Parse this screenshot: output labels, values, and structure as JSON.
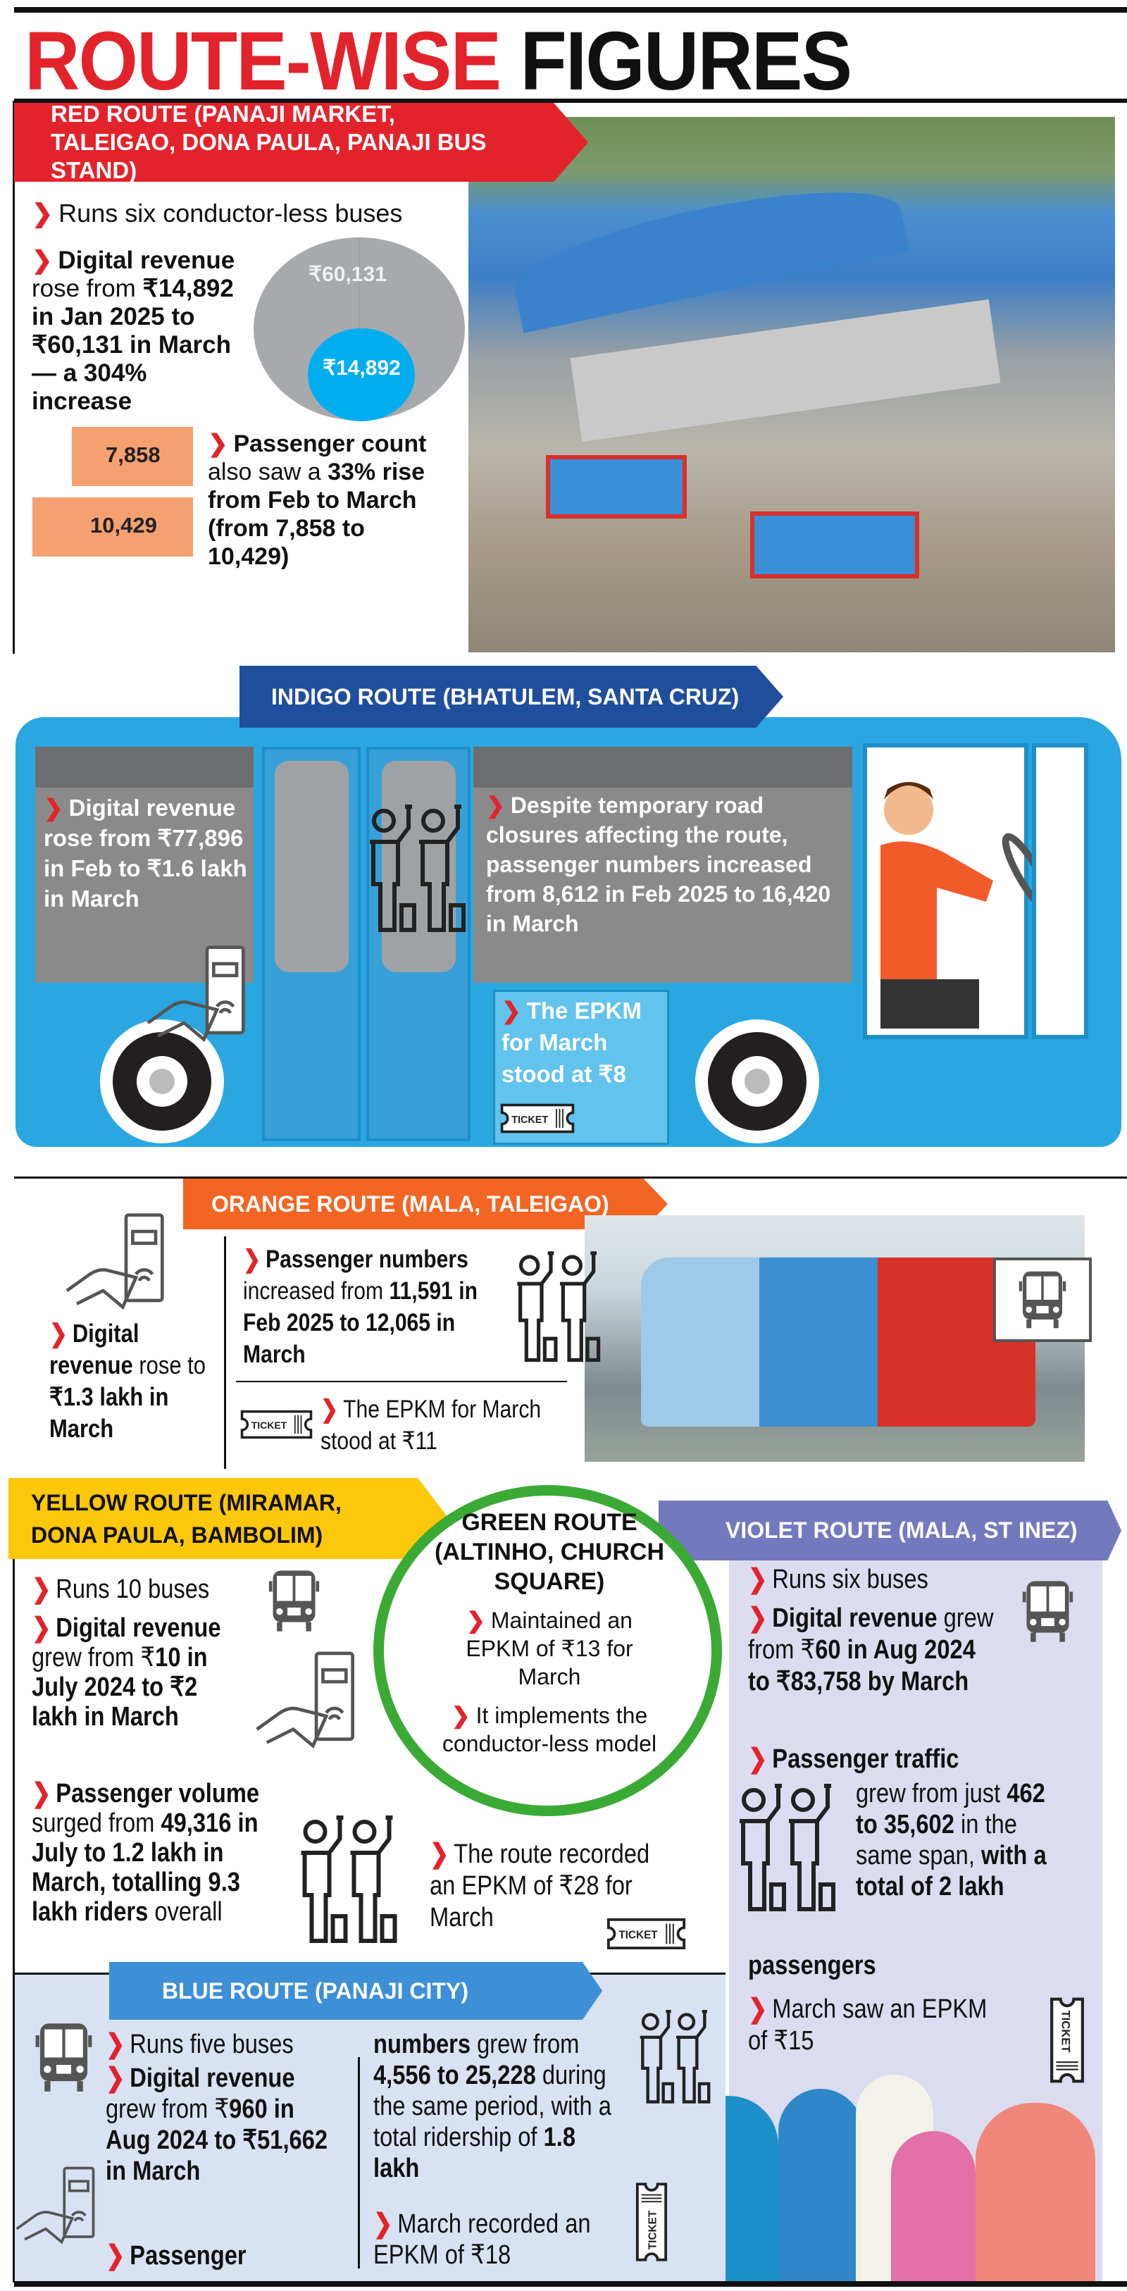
{
  "title": {
    "part1": "ROUTE-WISE",
    "part2": "FIGURES",
    "part1_color": "#e3232b",
    "part2_color": "#111111"
  },
  "red_route": {
    "banner": "RED ROUTE (PANAJI MARKET, TALEIGAO, DONA PAULA, PANAJI BUS STAND)",
    "color": "#e3232b",
    "bullets": [
      [
        {
          "t": "Runs six conductor-less buses",
          "b": false
        }
      ],
      [
        {
          "t": "Digital revenue",
          "b": true
        },
        {
          "t": " rose from ",
          "b": false
        },
        {
          "t": "₹14,892 in Jan 2025 to ₹60,131 in March — a 304% increase",
          "b": true
        }
      ],
      [
        {
          "t": "Passenger count",
          "b": true
        },
        {
          "t": " also saw a ",
          "b": false
        },
        {
          "t": "33% rise from Feb to March (from 7,858 to 10,429)",
          "b": true
        }
      ]
    ],
    "revenue_circles": {
      "jan": "₹14,892",
      "march": "₹60,131",
      "jan_value": 14892,
      "march_value": 60131,
      "jan_color": "#00aeef",
      "march_color": "#a7a9ac"
    },
    "passenger_bars": {
      "feb": "7,858",
      "march": "10,429",
      "feb_value": 7858,
      "march_value": 10429,
      "color": "#f5a070"
    }
  },
  "indigo_route": {
    "banner": "INDIGO ROUTE (BHATULEM, SANTA CRUZ)",
    "color": "#1f4e9c",
    "bus_color": "#2aa7e0",
    "left_panel": [
      {
        "t": "Digital revenue rose from ₹77,896 in Feb to ₹1.6 lakh in March",
        "b": true
      }
    ],
    "right_panel": [
      {
        "t": "Despite temporary road closures affecting the route, passenger numbers increased from 8,612 in Feb 2025 to 16,420 in March",
        "b": true
      }
    ],
    "epkm": [
      {
        "t": "The EPKM for March stood at ₹8",
        "b": true
      }
    ],
    "ticket_label": "TICKET"
  },
  "orange_route": {
    "banner": "ORANGE ROUTE (MALA, TALEIGAO)",
    "color": "#f26522",
    "revenue": [
      {
        "t": "Digital revenue",
        "b": true
      },
      {
        "t": " rose to ",
        "b": false
      },
      {
        "t": "₹1.3 lakh in March",
        "b": true
      }
    ],
    "passengers": [
      {
        "t": "Passenger numbers",
        "b": true
      },
      {
        "t": " increased from ",
        "b": false
      },
      {
        "t": "11,591 in Feb 2025 to 12,065 in March",
        "b": true
      }
    ],
    "epkm": [
      {
        "t": "The EPKM for March stood at ₹11",
        "b": false
      }
    ],
    "ticket_label": "TICKET"
  },
  "yellow_route": {
    "banner": "YELLOW ROUTE (MIRAMAR, DONA PAULA, BAMBOLIM)",
    "color": "#fdc70c",
    "bullets": [
      [
        {
          "t": "Runs 10 buses",
          "b": false
        }
      ],
      [
        {
          "t": "Digital revenue",
          "b": true
        },
        {
          "t": " grew from ₹",
          "b": false
        },
        {
          "t": "10 in July 2024 to ₹2 lakh in March",
          "b": true
        }
      ],
      [
        {
          "t": "Passenger volume",
          "b": true
        },
        {
          "t": " surged from ",
          "b": false
        },
        {
          "t": "49,316 in July to 1.2 lakh in March, totalling 9.3 lakh riders",
          "b": true
        },
        {
          "t": " overall",
          "b": false
        }
      ]
    ],
    "epkm": [
      {
        "t": "The route recorded an EPKM of ₹28 for March",
        "b": false
      }
    ],
    "ticket_label": "TICKET"
  },
  "green_route": {
    "banner": "GREEN ROUTE (ALTINHO, CHURCH SQUARE)",
    "color": "#3aaa35",
    "bullets": [
      [
        {
          "t": "Maintained an EPKM of ₹13 for March",
          "b": false
        }
      ],
      [
        {
          "t": "It implements the conductor-less model",
          "b": false
        }
      ]
    ]
  },
  "violet_route": {
    "banner": "VIOLET ROUTE (MALA, ST INEZ)",
    "color": "#7279bd",
    "panel_color": "#dcdcf0",
    "bullets": [
      [
        {
          "t": "Runs six buses",
          "b": false
        }
      ],
      [
        {
          "t": "Digital revenue",
          "b": true
        },
        {
          "t": " grew from ₹",
          "b": false
        },
        {
          "t": "60 in Aug 2024 to ₹83,758 by March",
          "b": true
        }
      ]
    ],
    "traffic_title": "Passenger traffic",
    "traffic_text": [
      {
        "t": "grew from just ",
        "b": false
      },
      {
        "t": "462 to 35,602",
        "b": true
      },
      {
        "t": " in the same span, ",
        "b": false
      },
      {
        "t": "with a total of 2 lakh",
        "b": true
      }
    ],
    "traffic_tail": "passengers",
    "epkm": [
      {
        "t": "March saw an EPKM of ₹15",
        "b": false
      }
    ],
    "ticket_label": "TICKET"
  },
  "blue_route": {
    "banner": "BLUE ROUTE (PANAJI CITY)",
    "color": "#3d8fd6",
    "panel_color": "#d9e2f3",
    "bullets": [
      [
        {
          "t": "Runs five buses",
          "b": false
        }
      ],
      [
        {
          "t": "Digital revenue",
          "b": true
        },
        {
          "t": " grew from ₹",
          "b": false
        },
        {
          "t": "960 in Aug 2024 to ₹51,662 in March",
          "b": true
        }
      ]
    ],
    "passenger_head": "Passenger",
    "passenger_text": [
      {
        "t": "numbers",
        "b": true
      },
      {
        "t": " grew from ",
        "b": false
      },
      {
        "t": "4,556 to 25,228",
        "b": true
      },
      {
        "t": " during the same period, with a total ridership of ",
        "b": false
      },
      {
        "t": "1.8 lakh",
        "b": true
      }
    ],
    "epkm": [
      {
        "t": "March recorded an EPKM of ₹18",
        "b": false
      }
    ],
    "ticket_label": "TICKET"
  },
  "icons": [
    "bullet-arrow-icon",
    "bus-icon",
    "ticket-icon",
    "card-tap-payment-icon",
    "passengers-icon",
    "bus-stop-icon",
    "driver-illustration"
  ]
}
